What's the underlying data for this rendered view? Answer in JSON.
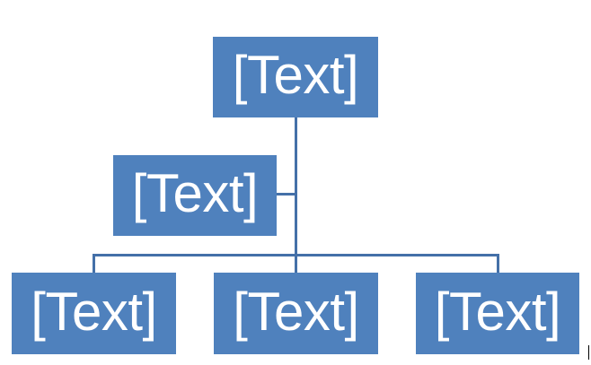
{
  "diagram": {
    "type": "org-chart",
    "colors": {
      "node_fill": "#4F81BD",
      "node_text": "#FFFFFF",
      "connector": "#4470A8"
    },
    "top": {
      "label": "[Text]"
    },
    "assistant": {
      "label": "[Text]"
    },
    "children": [
      {
        "label": "[Text]"
      },
      {
        "label": "[Text]"
      },
      {
        "label": "[Text]"
      }
    ]
  }
}
